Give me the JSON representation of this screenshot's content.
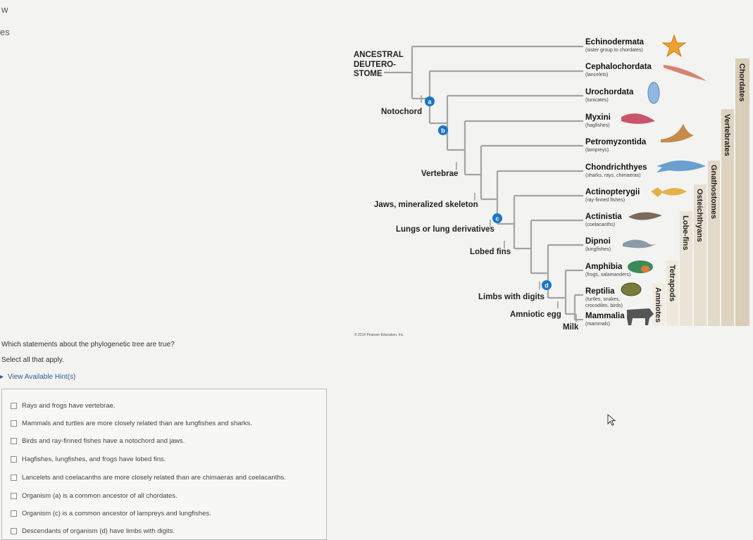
{
  "page": {
    "edge_fragments": [
      "w",
      "es"
    ]
  },
  "tree": {
    "root_label_lines": [
      "ANCESTRAL",
      "DEUTERO-",
      "STOME"
    ],
    "node_labels": {
      "notochord": "Notochord",
      "vertebrae": "Vertebrae",
      "jaws": "Jaws, mineralized skeleton",
      "lungs": "Lungs or lung derivatives",
      "lobed_fins": "Lobed fins",
      "limbs": "Limbs with digits",
      "amniotic_egg": "Amniotic egg",
      "milk": "Milk"
    },
    "node_markers": [
      "a",
      "b",
      "c",
      "d"
    ],
    "taxa": [
      {
        "name": "Echinodermata",
        "sub": "(sister group to chordates)"
      },
      {
        "name": "Cephalochordata",
        "sub": "(lancelets)"
      },
      {
        "name": "Urochordata",
        "sub": "(tunicates)"
      },
      {
        "name": "Myxini",
        "sub": "(hagfishes)"
      },
      {
        "name": "Petromyzontida",
        "sub": "(lampreys)"
      },
      {
        "name": "Chondrichthyes",
        "sub": "(sharks, rays, chimaeras)"
      },
      {
        "name": "Actinopterygii",
        "sub": "(ray-finned fishes)"
      },
      {
        "name": "Actinistia",
        "sub": "(coelacanths)"
      },
      {
        "name": "Dipnoi",
        "sub": "(lungfishes)"
      },
      {
        "name": "Amphibia",
        "sub": "(frogs, salamanders)"
      },
      {
        "name": "Reptilia",
        "sub": "(turtles, snakes,",
        "sub2": "crocodiles, birds)"
      },
      {
        "name": "Mammalia",
        "sub": "(mammals)"
      }
    ],
    "group_bars": [
      "Chordates",
      "Vertebrates",
      "Gnathostomes",
      "Osteichthyans",
      "Lobe-fins",
      "Tetrapods",
      "Amniotes"
    ],
    "copyright": "© 2014 Pearson Education, Inc."
  },
  "question": {
    "prompt": "Which statements about the phylogenetic tree are true?",
    "instruction": "Select all that apply.",
    "hint_link": "View Available Hint(s)",
    "options": [
      "Rays and frogs have vertebrae.",
      "Mammals and turtles are more closely related than are lungfishes and sharks.",
      "Birds and ray-finned fishes have a notochord and jaws.",
      "Hagfishes, lungfishes, and frogs have lobed fins.",
      "Lancelets and coelacanths are more closely related than are chimaeras and coelacanths.",
      "Organism (a) is a common ancestor of all chordates.",
      "Organism (c) is a common ancestor of lampreys and lungfishes.",
      "Descendants of organism (d) have limbs with digits."
    ]
  },
  "colors": {
    "branch": "#9a9a9a",
    "marker": "#1a75c8",
    "bar_chordates": "#d9cdb8",
    "bar_vertebrates": "#ddd3c0",
    "bar_gnathostomes": "#e2d9c8",
    "bar_osteichthyans": "#e7dfcf",
    "bar_lobefins": "#ebe4d6",
    "bar_tetrapods": "#efe9dc",
    "bar_amniotes": "#f2ede2",
    "hint": "#2c5c9c"
  }
}
